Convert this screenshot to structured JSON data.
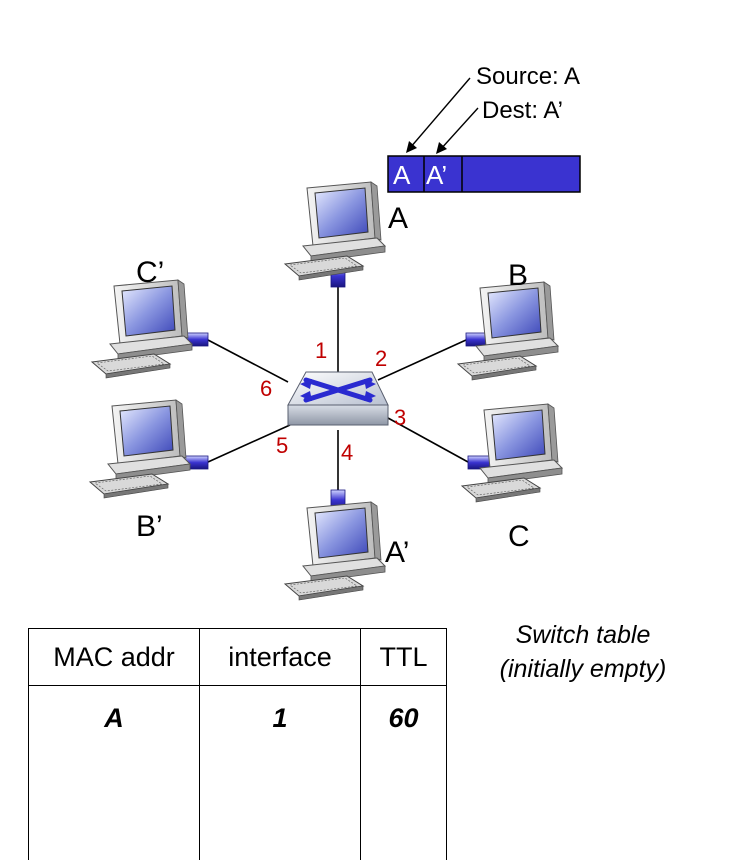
{
  "annotations": {
    "source": "Source: A",
    "dest": "Dest: A’"
  },
  "frame": {
    "src": "A",
    "dst": "A’",
    "color": "#3a33d0"
  },
  "hosts": {
    "A": "A",
    "B": "B",
    "C": "C",
    "A_prime": "A’",
    "B_prime": "B’",
    "C_prime": "C’"
  },
  "ports": [
    "1",
    "2",
    "3",
    "4",
    "5",
    "6"
  ],
  "switch_table": {
    "headers": [
      "MAC addr",
      "interface",
      "TTL"
    ],
    "rows": [
      [
        "A",
        "1",
        "60"
      ]
    ]
  },
  "caption": {
    "line1": "Switch table",
    "line2": "(initially empty)"
  },
  "colors": {
    "port_label": "#c00000",
    "link_plug": "#3a33d0"
  }
}
